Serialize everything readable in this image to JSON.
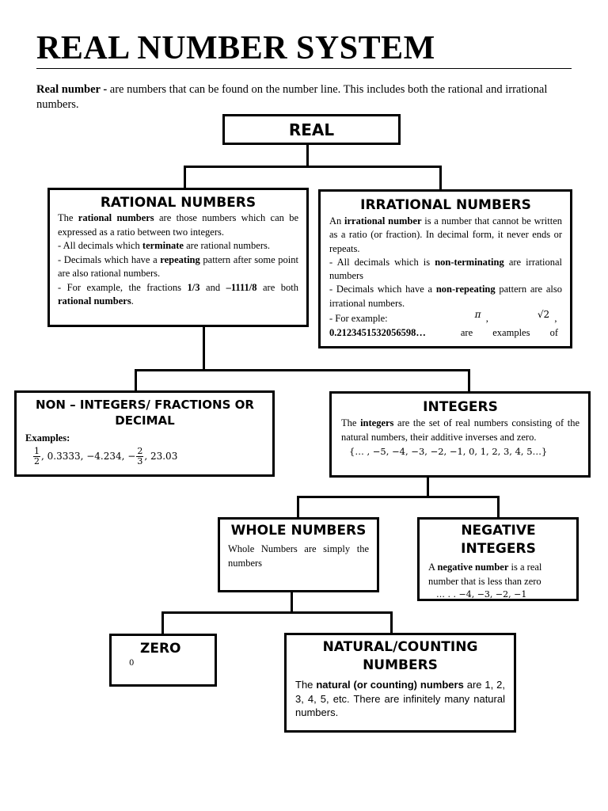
{
  "title": "REAL NUMBER SYSTEM",
  "intro": {
    "term": "Real number -",
    "text": " are numbers that can be found on the number line. This includes both the rational and irrational numbers."
  },
  "nodes": {
    "real": {
      "title": "REAL"
    },
    "rational": {
      "title": "RATIONAL NUMBERS",
      "lines": [
        [
          [
            "The ",
            false
          ],
          [
            "rational numbers",
            true
          ],
          [
            " are those numbers which can be expressed as a ratio between two integers.",
            false
          ]
        ],
        [
          [
            "- All decimals which ",
            false
          ],
          [
            "terminate",
            true
          ],
          [
            " are rational numbers.",
            false
          ]
        ],
        [
          [
            "- Decimals which have a ",
            false
          ],
          [
            "repeating",
            true
          ],
          [
            " pattern after some point are also rational numbers.",
            false
          ]
        ],
        [
          [
            "- For example, the fractions ",
            false
          ],
          [
            "1/3",
            true
          ],
          [
            " and ",
            false
          ],
          [
            "–1111/8",
            true
          ],
          [
            " are both ",
            false
          ],
          [
            "rational numbers",
            true
          ],
          [
            ".",
            false
          ]
        ]
      ]
    },
    "irrational": {
      "title": "IRRATIONAL NUMBERS",
      "lines": [
        [
          [
            "An ",
            false
          ],
          [
            "irrational number",
            true
          ],
          [
            " is a number that cannot be written as a ratio (or fraction).  In decimal form, it never ends or repeats.",
            false
          ]
        ],
        [
          [
            "- All decimals which is ",
            false
          ],
          [
            "non-terminating",
            true
          ],
          [
            " are irrational numbers",
            false
          ]
        ],
        [
          [
            "- Decimals which have a ",
            false
          ],
          [
            "non-repeating",
            true
          ],
          [
            " pattern are also irrational numbers.",
            false
          ]
        ]
      ],
      "example_prefix": "-  For  example:",
      "pi": "π",
      "sqrt2": "√2",
      "example_number": "0.2123451532056598…",
      "example_suffix": "are examples of"
    },
    "non_integers": {
      "title": "NON – INTEGERS/ FRACTIONS OR DECIMAL",
      "examples_label": "Examples:",
      "frac1_num": "1",
      "frac1_den": "2",
      "middle": ", 0.3333, −4.234, −",
      "frac2_num": "2",
      "frac2_den": "3",
      "tail": ", 23.03"
    },
    "integers": {
      "title": "INTEGERS",
      "lines": [
        [
          [
            "The ",
            false
          ],
          [
            "integers",
            true
          ],
          [
            " are the set of real numbers consisting of the natural numbers, their additive inverses and zero.",
            false
          ]
        ]
      ],
      "set": "{… , −5, −4, −3, −2, −1, 0, 1, 2, 3, 4, 5…}"
    },
    "whole": {
      "title": "WHOLE NUMBERS",
      "body": "Whole Numbers are simply the numbers"
    },
    "negative": {
      "title": "NEGATIVE INTEGERS",
      "lines": [
        [
          [
            "A ",
            false
          ],
          [
            "negative number",
            true
          ],
          [
            " is a real number that is less than zero",
            false
          ]
        ]
      ],
      "sequence": "… . . −4, −3, −2, −1"
    },
    "zero": {
      "title": "ZERO",
      "body": "0"
    },
    "natural": {
      "title": "NATURAL/COUNTING NUMBERS",
      "lines": [
        [
          [
            "The ",
            false
          ],
          [
            "natural (or counting) numbers",
            true
          ],
          [
            " are 1, 2, 3, 4, 5, etc. There are infinitely many natural numbers.",
            false
          ]
        ]
      ]
    }
  }
}
